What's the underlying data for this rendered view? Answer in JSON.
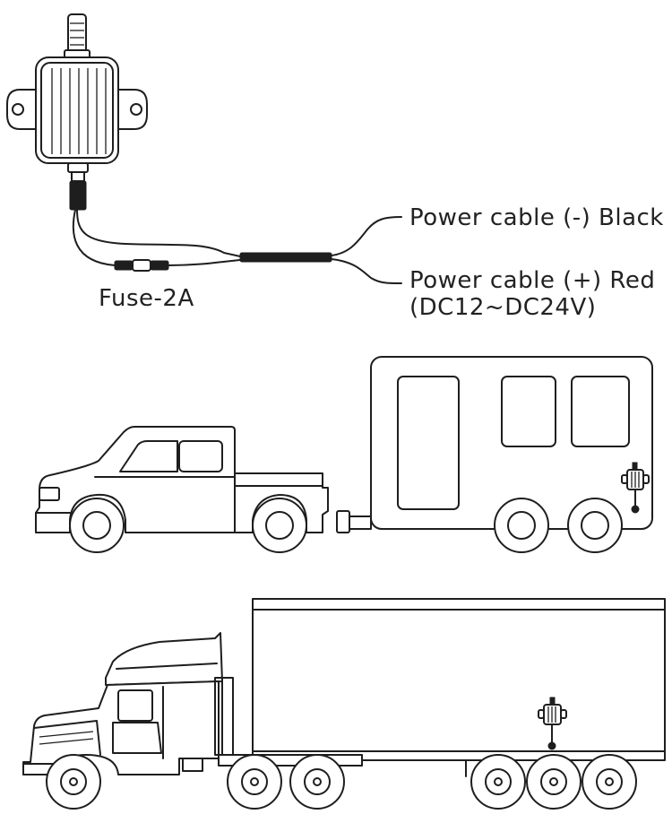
{
  "labels": {
    "power_negative": "Power cable (-) Black",
    "power_positive": "Power cable (+) Red",
    "voltage": "(DC12~DC24V)",
    "fuse": "Fuse-2A"
  },
  "colors": {
    "line": "#1e1e1e",
    "background": "#ffffff"
  },
  "illustrations": {
    "receiver": "receiver-box-icon",
    "pickup_trailer": "pickup-truck-with-trailer-icon",
    "semi_truck": "semi-truck-with-box-trailer-icon"
  }
}
